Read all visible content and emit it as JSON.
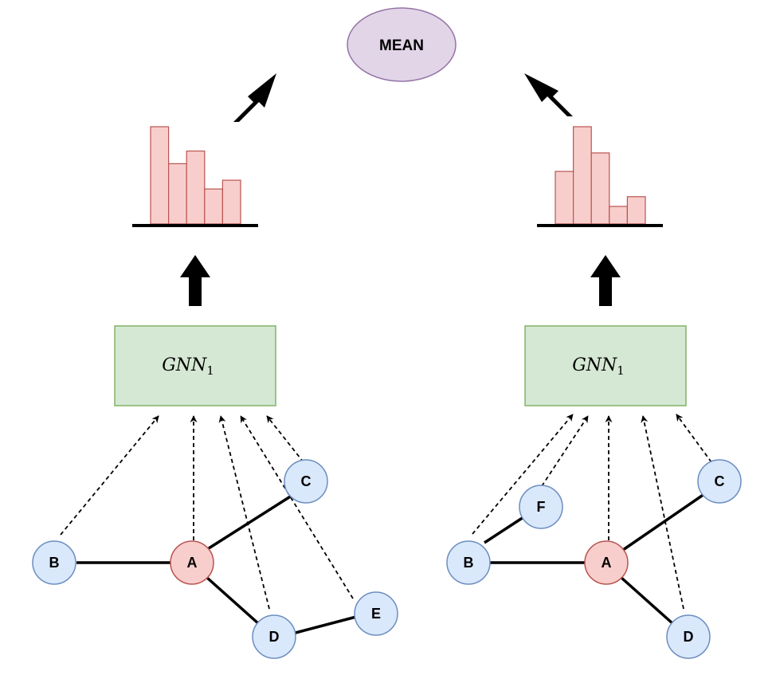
{
  "mean": {
    "label": "MEAN",
    "fill": "#e1d5e7",
    "stroke": "#9673a6"
  },
  "palette": {
    "node_fill": "#dae8fc",
    "node_stroke": "#6c8ebf",
    "center_fill": "#f8cecc",
    "center_stroke": "#b85450",
    "gnn_fill": "#d5e8d4",
    "gnn_stroke": "#82b366",
    "bar_fill": "#f8cecc",
    "bar_stroke": "#b85450"
  },
  "left": {
    "gnn": {
      "label": "GNN",
      "subscript": "1"
    },
    "histogram": {
      "values": [
        1.0,
        0.62,
        0.75,
        0.36,
        0.45
      ]
    },
    "nodes": [
      {
        "id": "B",
        "label": "B"
      },
      {
        "id": "A",
        "label": "A"
      },
      {
        "id": "C",
        "label": "C"
      },
      {
        "id": "D",
        "label": "D"
      },
      {
        "id": "E",
        "label": "E"
      }
    ],
    "edges": [
      [
        "B",
        "A"
      ],
      [
        "A",
        "C"
      ],
      [
        "A",
        "D"
      ],
      [
        "D",
        "E"
      ]
    ]
  },
  "right": {
    "gnn": {
      "label": "GNN",
      "subscript": "1"
    },
    "histogram": {
      "values": [
        0.54,
        1.0,
        0.73,
        0.18,
        0.28
      ]
    },
    "nodes": [
      {
        "id": "F",
        "label": "F"
      },
      {
        "id": "B",
        "label": "B"
      },
      {
        "id": "A",
        "label": "A"
      },
      {
        "id": "C",
        "label": "C"
      },
      {
        "id": "D",
        "label": "D"
      }
    ],
    "edges": [
      [
        "F",
        "B"
      ],
      [
        "B",
        "A"
      ],
      [
        "A",
        "C"
      ],
      [
        "A",
        "D"
      ]
    ]
  }
}
